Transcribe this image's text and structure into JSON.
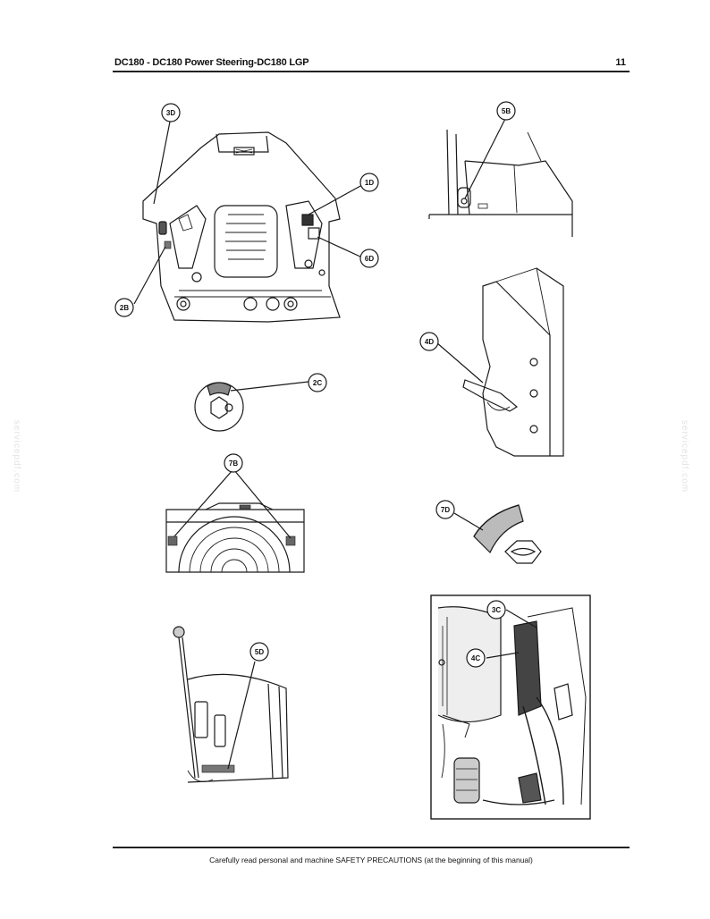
{
  "header": {
    "title": "DC180 - DC180 Power Steering-DC180 LGP",
    "page_number": "11"
  },
  "footer": {
    "text": "Carefully read personal and machine SAFETY PRECAUTIONS (at the beginning of this manual)"
  },
  "watermark": {
    "left": "servicepdf.com",
    "right": "servicepdf.com"
  },
  "callouts": [
    "3D",
    "1D",
    "6D",
    "2B",
    "5B",
    "4D",
    "2C",
    "7B",
    "7D",
    "5D",
    "3C",
    "4C"
  ]
}
